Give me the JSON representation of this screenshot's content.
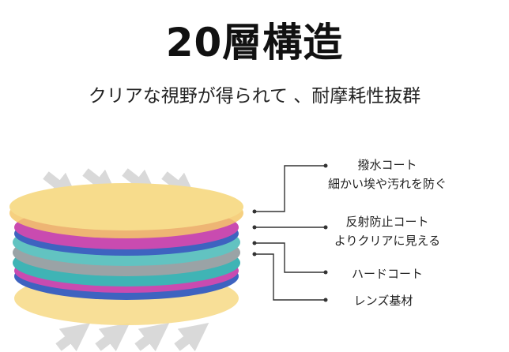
{
  "title": "20層構造",
  "subtitle": "クリアな視野が得られて 、耐摩耗性抜群",
  "layers": [
    {
      "line1": "撥水コート",
      "line2": "細かい埃や汚れを防ぐ"
    },
    {
      "line1": "反射防止コート",
      "line2": "よりクリアに見える"
    },
    {
      "line1": "ハードコート"
    },
    {
      "line1": "レンズ基材"
    }
  ],
  "colors": {
    "yellow": "#f7dc8c",
    "magenta": "#c94bb0",
    "teal": "#3fb4b5",
    "gray": "#9aa3a6",
    "blue": "#3e63c0",
    "arrow": "#d9d9d9",
    "line": "#333333"
  }
}
